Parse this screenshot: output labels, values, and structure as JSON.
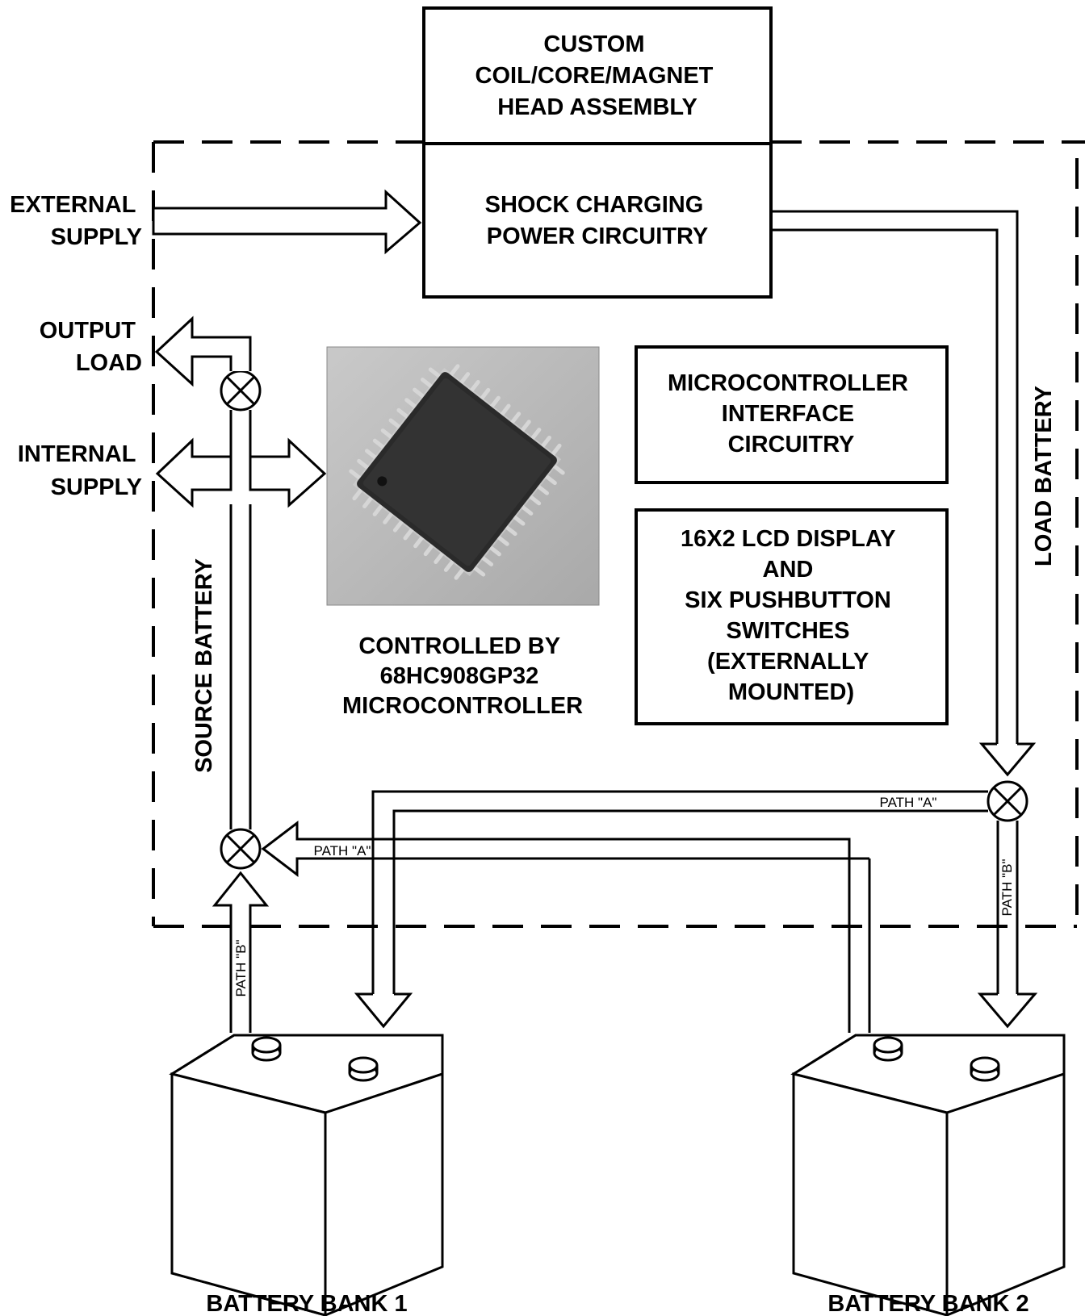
{
  "blocks": {
    "head_assembly": [
      "CUSTOM",
      "COIL/CORE/MAGNET",
      "HEAD ASSEMBLY"
    ],
    "power_circuitry": [
      "SHOCK CHARGING",
      "POWER CIRCUITRY"
    ],
    "interface": [
      "MICROCONTROLLER",
      "INTERFACE",
      "CIRCUITRY"
    ],
    "lcd": [
      "16X2 LCD DISPLAY",
      "AND",
      "SIX PUSHBUTTON",
      "SWITCHES",
      "(EXTERNALLY",
      "MOUNTED)"
    ]
  },
  "labels": {
    "external_supply": [
      "EXTERNAL",
      "SUPPLY"
    ],
    "output_load": [
      "OUTPUT",
      "LOAD"
    ],
    "internal_supply": [
      "INTERNAL",
      "SUPPLY"
    ],
    "source_battery": "SOURCE BATTERY",
    "load_battery": "LOAD BATTERY",
    "controlled_by": [
      "CONTROLLED BY",
      "68HC908GP32",
      "MICROCONTROLLER"
    ],
    "path_a_right": "PATH \"A\"",
    "path_a_left": "PATH \"A\"",
    "path_b_right": "PATH \"B\"",
    "path_b_left": "PATH \"B\"",
    "battery_bank_1": "BATTERY BANK 1",
    "battery_bank_2": "BATTERY BANK 2"
  },
  "colors": {
    "line": "#000000",
    "background": "#ffffff",
    "chip_bg": "#b9b9b9",
    "chip_body": "#2a2a2a",
    "chip_pin": "#d4d4d4"
  },
  "icons": [
    "microcontroller-chip-photo",
    "battery-icon",
    "junction-cross-icon"
  ]
}
